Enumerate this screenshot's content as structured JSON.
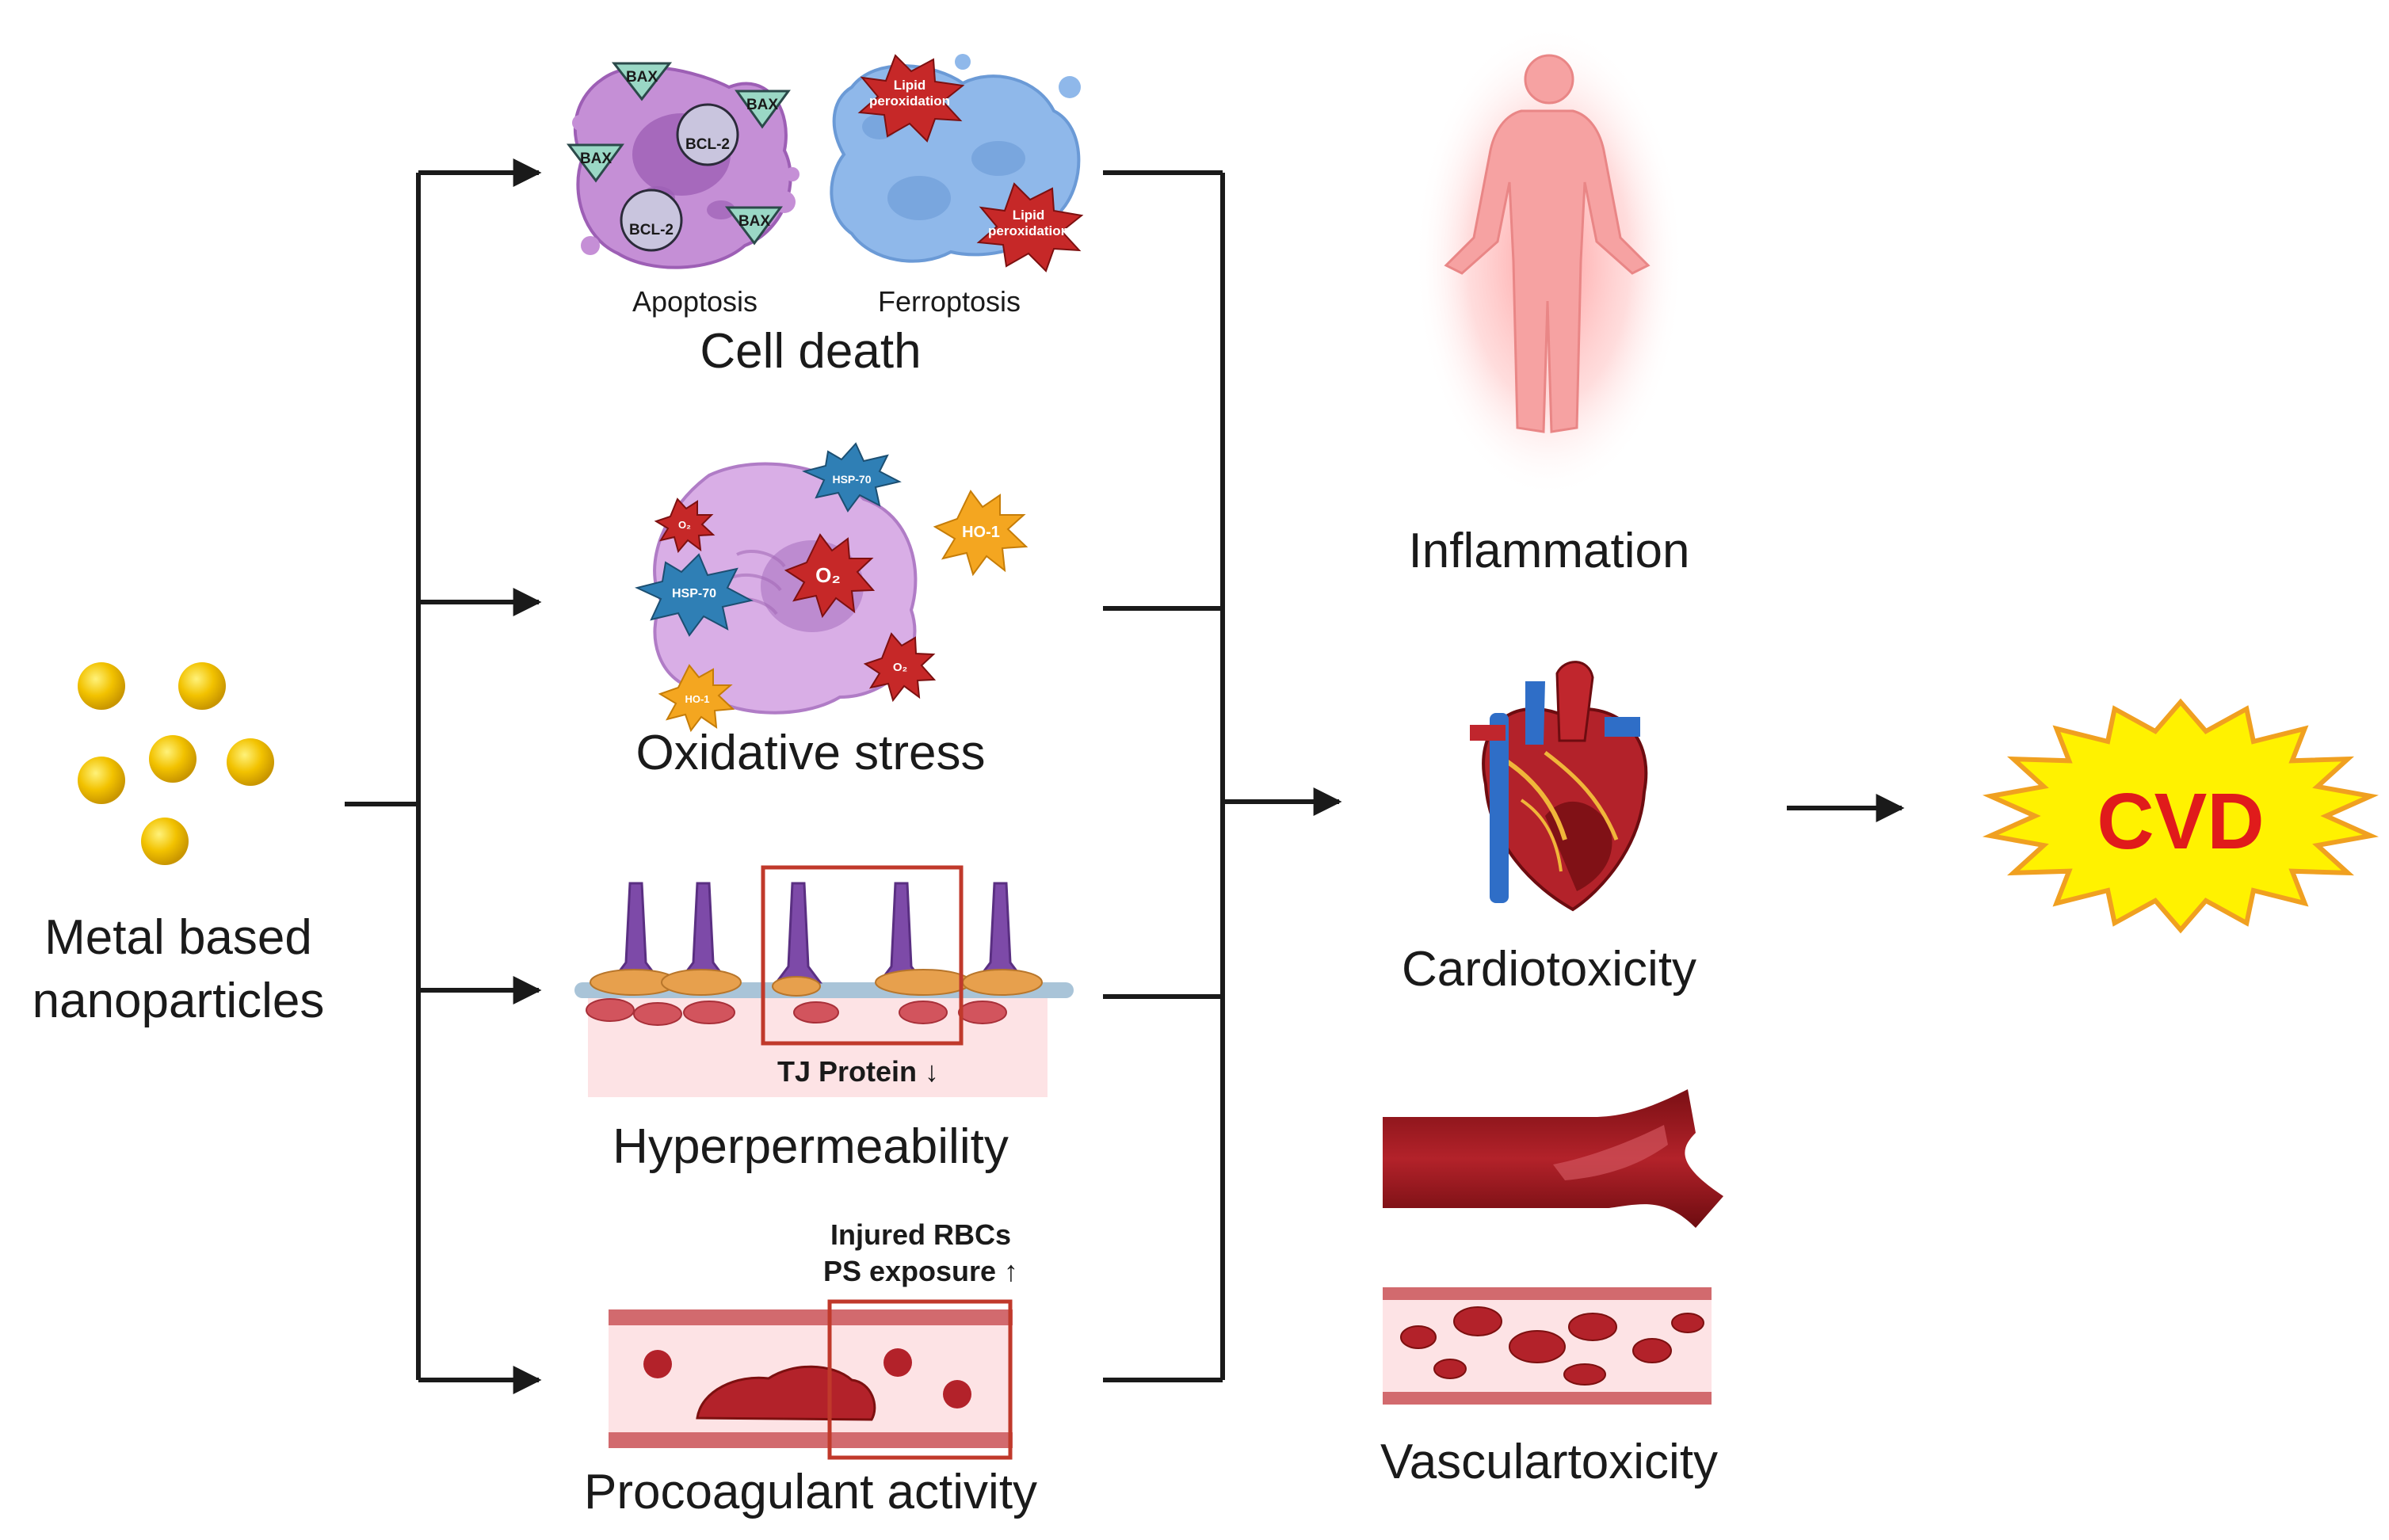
{
  "input": {
    "label_line1": "Metal based",
    "label_line2": "nanoparticles"
  },
  "cell_death": {
    "title": "Cell death",
    "apoptosis_label": "Apoptosis",
    "ferroptosis_label": "Ferroptosis",
    "bax_label": "BAX",
    "bcl2_label": "BCL-2",
    "lipid_label_line1": "Lipid",
    "lipid_label_line2": "peroxidation"
  },
  "oxidative_stress": {
    "title": "Oxidative stress",
    "hsp70_label": "HSP-70",
    "ho1_label": "HO-1",
    "o2_label": "O₂"
  },
  "hyperpermeability": {
    "title": "Hyperpermeability",
    "annotation": "TJ Protein ↓"
  },
  "procoagulant": {
    "title": "Procoagulant activity",
    "annotation_line1": "Injured RBCs",
    "annotation_line2": "PS exposure ↑"
  },
  "outcomes": {
    "inflammation": "Inflammation",
    "cardiotoxicity": "Cardiotoxicity",
    "vasculartoxicity": "Vasculartoxicity"
  },
  "result": {
    "label": "CVD"
  },
  "colors": {
    "nanoparticle": "#f2c200",
    "arrow": "#1a1a1a",
    "cell_purple": "#c58fd6",
    "cell_blue": "#8fb8ea",
    "starburst_red": "#c62828",
    "starburst_blue": "#2f7fb5",
    "starburst_orange": "#f4a620",
    "highlight_box": "#c0392b",
    "vessel_red": "#a5191f",
    "cvd_fill": "#fff200",
    "cvd_text": "#e01b1b"
  }
}
